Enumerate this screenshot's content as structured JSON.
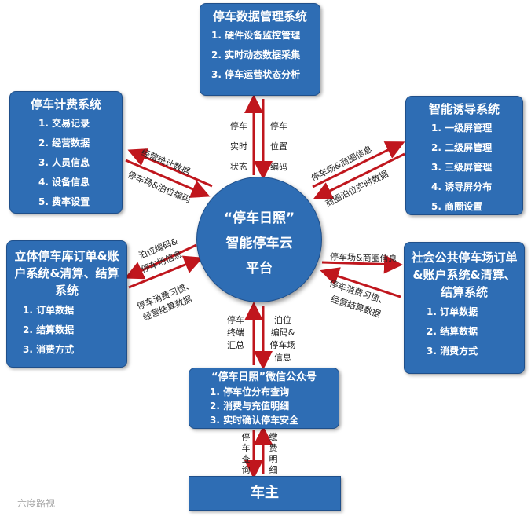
{
  "top_box": {
    "title": "停车数据管理系统",
    "items": [
      "1.  硬件设备监控管理",
      "2.  实时动态数据采集",
      "3.  停车运营状态分析"
    ]
  },
  "left_top_box": {
    "title": "停车计费系统",
    "items": [
      "1.  交易记录",
      "2.  经营数据",
      "3.  人员信息",
      "4.  设备信息",
      "5.  费率设置"
    ]
  },
  "right_top_box": {
    "title": "智能诱导系统",
    "items": [
      "1.  一级屏管理",
      "2.  二级屏管理",
      "3.  三级屏管理",
      "4.  诱导屏分布",
      "5.  商圈设置"
    ]
  },
  "left_bottom_box": {
    "title": "立体停车库订单&账户系统&清算、结算系统",
    "items": [
      "1.  订单数据",
      "2.  结算数据",
      "3.  消费方式"
    ]
  },
  "right_bottom_box": {
    "title": "社会公共停车场订单&账户系统&清算、结算系统",
    "items": [
      "1.  订单数据",
      "2.  结算数据",
      "3.  消费方式"
    ]
  },
  "bottom_box": {
    "title": "“停车日照”微信公众号",
    "items": [
      "1.  停车位分布查询",
      "2.  消费与充值明细",
      "3.  实时确认停车安全"
    ]
  },
  "center": {
    "line1": "“停车日照”",
    "line2": "智能停车云",
    "line3": "平台"
  },
  "owner": "车主",
  "labels": {
    "top_left": [
      "停车",
      "实时",
      "状态"
    ],
    "top_right": [
      "停车",
      "位置",
      "编码"
    ],
    "ul_1": "经营统计数据",
    "ul_2": "停车场&泊位编码",
    "ur_1": "停车场&商圈信息",
    "ur_2": "商圈泊位实时数据",
    "l_1": "泊位编码&",
    "l_2": "停车场信息",
    "l_3": "停车消费习惯、",
    "l_4": "经营结算数据",
    "r_1": "停车场&商圈信息",
    "r_2": "停车消费习惯、",
    "r_3": "经营结算数据",
    "bottom_left": [
      "停车",
      "终端",
      "汇总"
    ],
    "bottom_right": [
      "泊位",
      "编码&",
      "停车场",
      "信息"
    ],
    "owner_left": "停车查询",
    "owner_right": "缴费明细"
  },
  "watermark": "六度路视",
  "colors": {
    "box": "#2e6db4",
    "arrow": "#c0161d"
  }
}
